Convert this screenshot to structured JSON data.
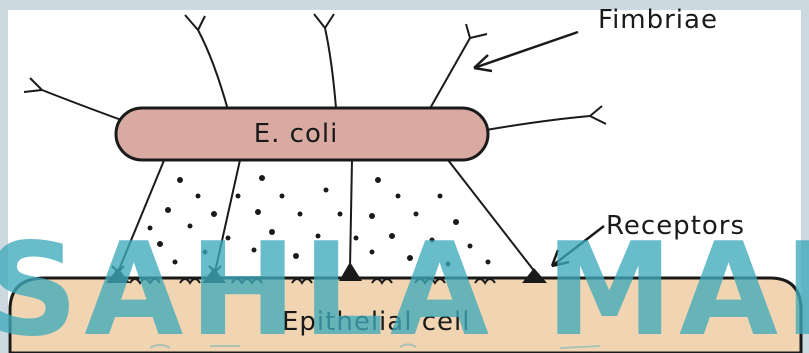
{
  "labels": {
    "bacterium": "E. coli",
    "fimbriae": "Fimbriae",
    "receptors": "Receptors",
    "host_cell": "Epithelial cell"
  },
  "watermark": "SAHLA MAH",
  "colors": {
    "background": "#cdd9e0",
    "paper": "#ffffff",
    "bacterium_fill": "#d8aaa2",
    "cell_fill": "#f1d4b2",
    "ink": "#1a1a1a",
    "watermark": "#3fa9ba"
  }
}
